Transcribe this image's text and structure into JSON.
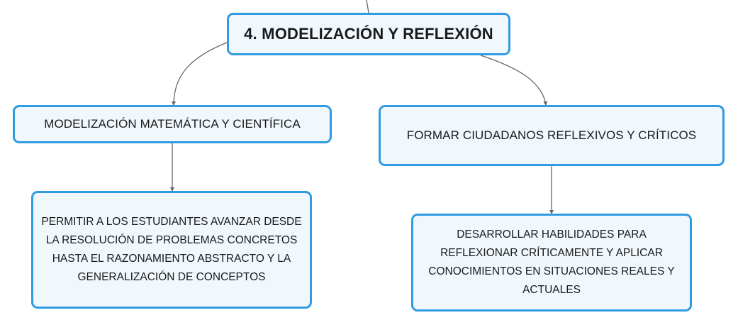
{
  "diagram": {
    "root": {
      "label": "4. MODELIZACIÓN Y REFLEXIÓN"
    },
    "branches": [
      {
        "label": "MODELIZACIÓN MATEMÁTICA Y CIENTÍFICA",
        "child": "PERMITIR A LOS ESTUDIANTES AVANZAR DESDE LA RESOLUCIÓN DE PROBLEMAS CONCRETOS HASTA EL RAZONAMIENTO ABSTRACTO Y LA GENERALIZACIÓN DE CONCEPTOS"
      },
      {
        "label": "FORMAR CIUDADANOS REFLEXIVOS Y CRÍTICOS",
        "child": "DESARROLLAR HABILIDADES PARA REFLEXIONAR CRÍTICAMENTE Y APLICAR CONOCIMIENTOS EN SITUACIONES REALES Y ACTUALES"
      }
    ],
    "colors": {
      "node_border": "#2f9be0",
      "node_fill": "#f1f8fd",
      "connector": "#666666"
    }
  }
}
